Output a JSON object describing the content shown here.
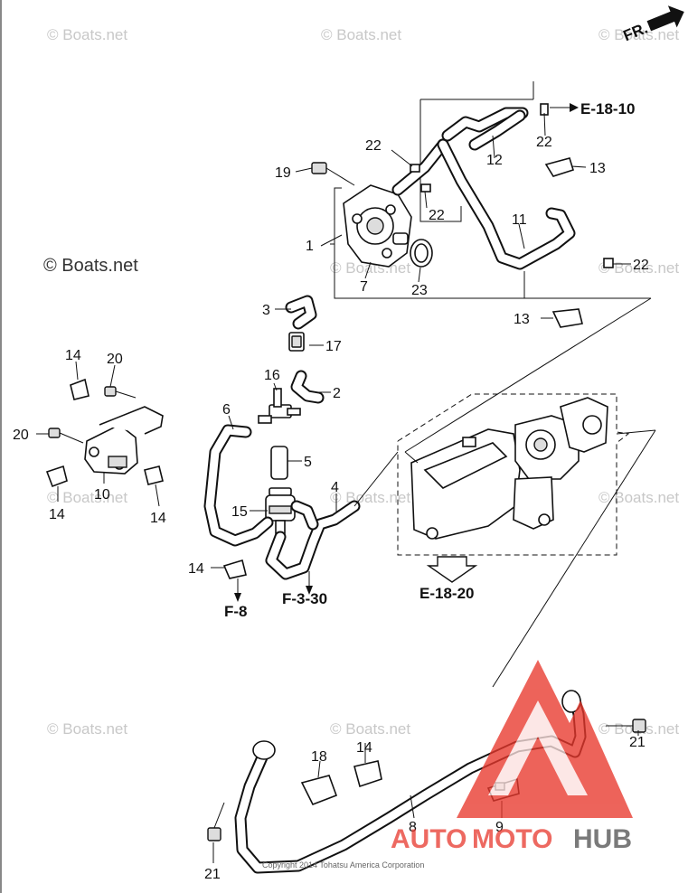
{
  "watermarks": {
    "text": "© Boats.net",
    "dark_text": "© Boats.net"
  },
  "direction": {
    "label": "FR."
  },
  "refs": {
    "e1810": "E-18-10",
    "e1820": "E-18-20",
    "f8": "F-8",
    "f330": "F-3-30"
  },
  "part_numbers": {
    "p1": "1",
    "p2": "2",
    "p3": "3",
    "p4": "4",
    "p5": "5",
    "p6": "6",
    "p7": "7",
    "p8": "8",
    "p9": "9",
    "p10": "10",
    "p11": "11",
    "p12": "12",
    "p13a": "13",
    "p13b": "13",
    "p14a": "14",
    "p14b": "14",
    "p14c": "14",
    "p14d": "14",
    "p14e": "14",
    "p15": "15",
    "p16": "16",
    "p17": "17",
    "p18": "18",
    "p19": "19",
    "p20a": "20",
    "p20b": "20",
    "p21a": "21",
    "p21b": "21",
    "p22a": "22",
    "p22b": "22",
    "p22c": "22",
    "p22d": "22",
    "p23": "23"
  },
  "copyright": "Copyright 2014 Tohatsu America Corporation",
  "logo": {
    "auto": "AUTO",
    "moto": "MOTO",
    "hub": "HUB",
    "colors": {
      "red": "#e8382d",
      "grey": "#5a5a5a"
    }
  }
}
